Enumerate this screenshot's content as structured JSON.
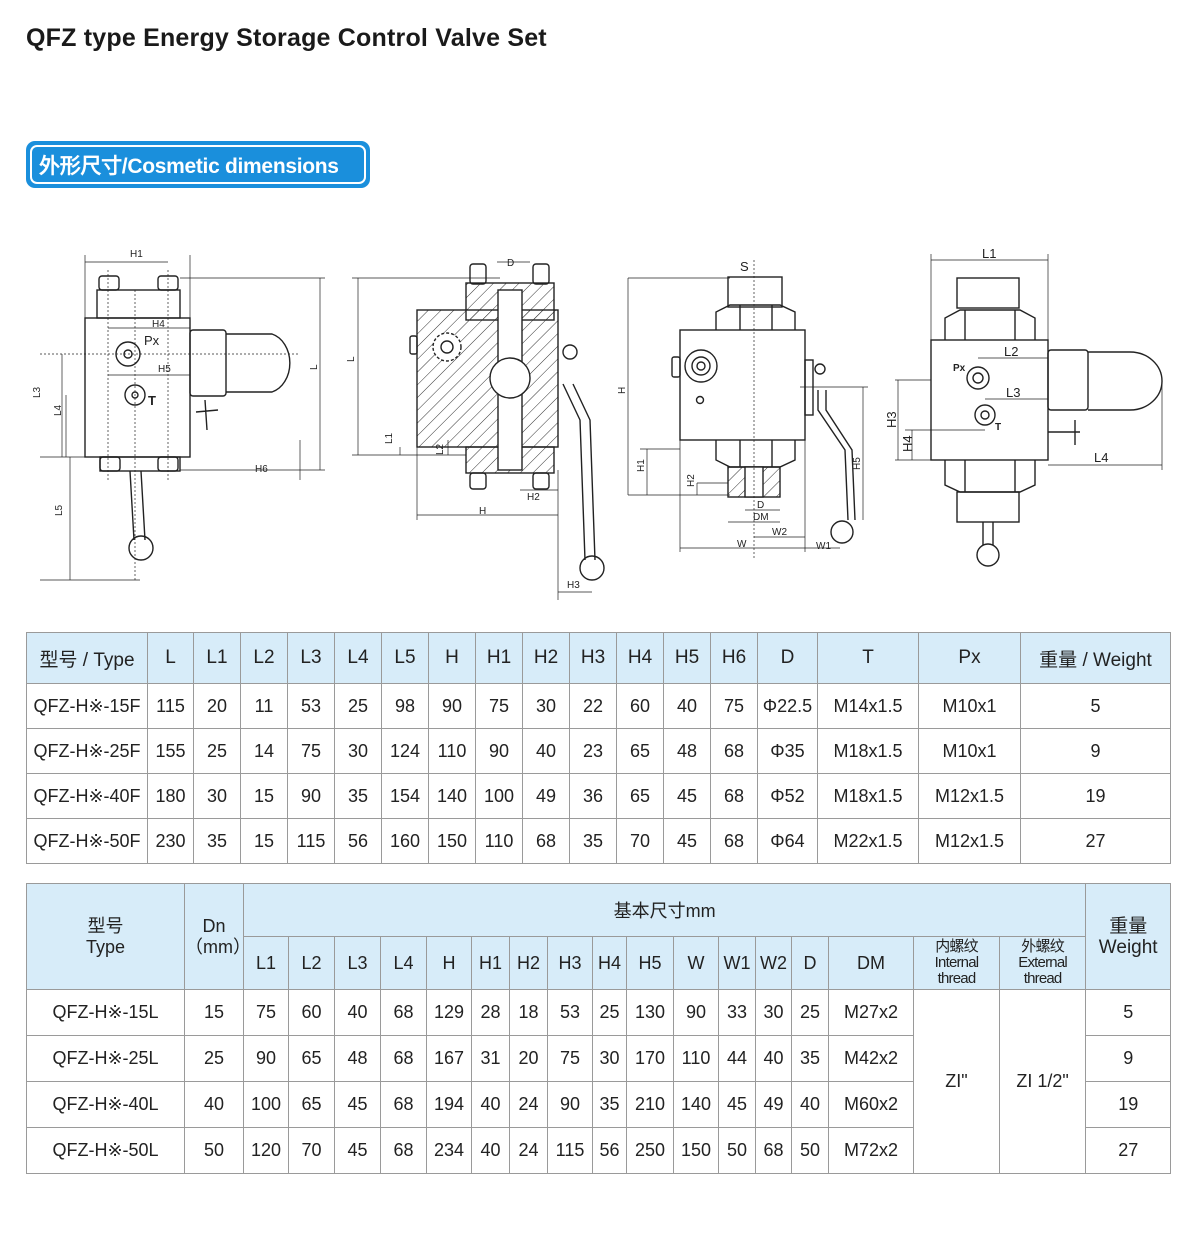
{
  "page": {
    "title": "QFZ type Energy Storage Control Valve Set",
    "section_badge": "外形尺寸/Cosmetic dimensions"
  },
  "drawings": {
    "view1": {
      "H1": "H1",
      "H4": "H4",
      "Px": "Px",
      "H5": "H5",
      "T": "T",
      "L3": "L3",
      "L4": "L4",
      "L5": "L5",
      "L": "L",
      "H6": "H6"
    },
    "view2": {
      "D": "D",
      "L": "L",
      "L1": "L1",
      "L2": "L2",
      "H2": "H2",
      "H": "H",
      "H3": "H3"
    },
    "view3": {
      "S": "S",
      "H": "H",
      "H1": "H1",
      "H2": "H2",
      "H5": "H5",
      "D": "D",
      "DM": "DM",
      "W2": "W2",
      "W": "W",
      "W1": "W1"
    },
    "view4": {
      "L1": "L1",
      "L2": "L2",
      "Px": "Px",
      "L3": "L3",
      "T": "T",
      "H3": "H3",
      "H4": "H4",
      "L4": "L4"
    }
  },
  "table_f": {
    "headers": [
      "型号 / Type",
      "L",
      "L1",
      "L2",
      "L3",
      "L4",
      "L5",
      "H",
      "H1",
      "H2",
      "H3",
      "H4",
      "H5",
      "H6",
      "D",
      "T",
      "Px",
      "重量 / Weight"
    ],
    "rows": [
      [
        "QFZ-H※-15F",
        "115",
        "20",
        "11",
        "53",
        "25",
        "98",
        "90",
        "75",
        "30",
        "22",
        "60",
        "40",
        "75",
        "Φ22.5",
        "M14x1.5",
        "M10x1",
        "5"
      ],
      [
        "QFZ-H※-25F",
        "155",
        "25",
        "14",
        "75",
        "30",
        "124",
        "110",
        "90",
        "40",
        "23",
        "65",
        "48",
        "68",
        "Φ35",
        "M18x1.5",
        "M10x1",
        "9"
      ],
      [
        "QFZ-H※-40F",
        "180",
        "30",
        "15",
        "90",
        "35",
        "154",
        "140",
        "100",
        "49",
        "36",
        "65",
        "45",
        "68",
        "Φ52",
        "M18x1.5",
        "M12x1.5",
        "19"
      ],
      [
        "QFZ-H※-50F",
        "230",
        "35",
        "15",
        "115",
        "56",
        "160",
        "150",
        "110",
        "68",
        "35",
        "70",
        "45",
        "68",
        "Φ64",
        "M22x1.5",
        "M12x1.5",
        "27"
      ]
    ]
  },
  "table_l": {
    "type_header_cn": "型号",
    "type_header_en": "Type",
    "dn_header": "Dn",
    "dn_unit": "（mm）",
    "group_header": "基本尺寸mm",
    "weight_header_cn": "重量",
    "weight_header_en": "Weight",
    "sub_headers": [
      "L1",
      "L2",
      "L3",
      "L4",
      "H",
      "H1",
      "H2",
      "H3",
      "H4",
      "H5",
      "W",
      "W1",
      "W2",
      "D",
      "DM"
    ],
    "internal_thread": {
      "cn": "内螺纹",
      "en1": "Internal",
      "en2": "thread"
    },
    "external_thread": {
      "cn": "外螺纹",
      "en1": "External",
      "en2": "thread"
    },
    "internal_thread_value": "ZI\"",
    "external_thread_value": "ZI 1/2\"",
    "rows": [
      {
        "type": "QFZ-H※-15L",
        "dn": "15",
        "dims": [
          "75",
          "60",
          "40",
          "68",
          "129",
          "28",
          "18",
          "53",
          "25",
          "130",
          "90",
          "33",
          "30",
          "25",
          "M27x2"
        ],
        "weight": "5"
      },
      {
        "type": "QFZ-H※-25L",
        "dn": "25",
        "dims": [
          "90",
          "65",
          "48",
          "68",
          "167",
          "31",
          "20",
          "75",
          "30",
          "170",
          "110",
          "44",
          "40",
          "35",
          "M42x2"
        ],
        "weight": "9"
      },
      {
        "type": "QFZ-H※-40L",
        "dn": "40",
        "dims": [
          "100",
          "65",
          "45",
          "68",
          "194",
          "40",
          "24",
          "90",
          "35",
          "210",
          "140",
          "45",
          "49",
          "40",
          "M60x2"
        ],
        "weight": "19"
      },
      {
        "type": "QFZ-H※-50L",
        "dn": "50",
        "dims": [
          "120",
          "70",
          "45",
          "68",
          "234",
          "40",
          "24",
          "115",
          "56",
          "250",
          "150",
          "50",
          "68",
          "50",
          "M72x2"
        ],
        "weight": "27"
      }
    ]
  }
}
